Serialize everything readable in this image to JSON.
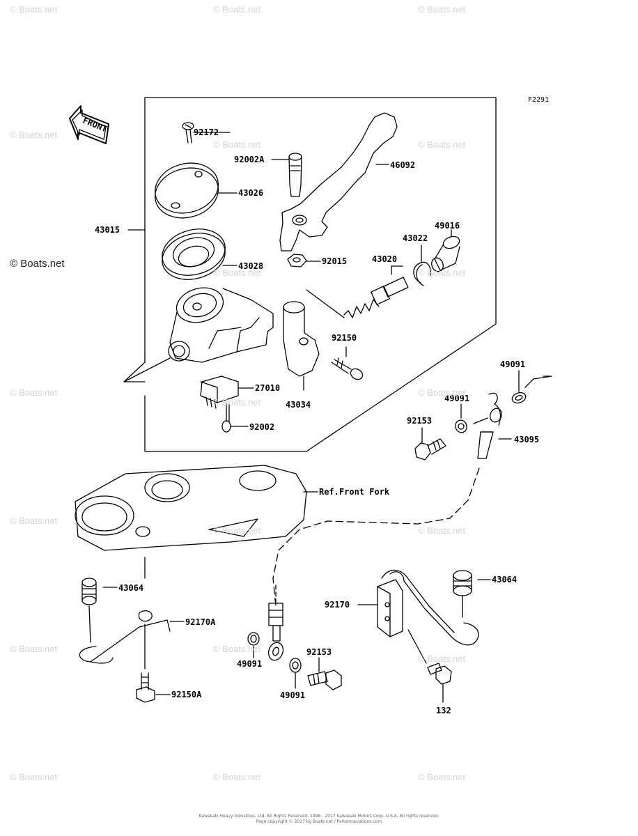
{
  "figure_code": "F2291",
  "front_arrow": "FRONT",
  "ref_front_fork": "Ref.Front Fork",
  "watermark": "© Boats.net",
  "watermark_main": "© Boats.net",
  "footer": {
    "line1": "Kawasaki Heavy Industries, Ltd. All Rights Reserved. 1998 - 2017 Kawasaki Motors Corp. U.S.A. All rights reserved.",
    "line2": "Page copyright © 2017 by Boats.net / PartsInnovations.com"
  },
  "labels": {
    "p92172": "92172",
    "p92002A": "92002A",
    "p46092": "46092",
    "p43026": "43026",
    "p43015": "43015",
    "p49016": "49016",
    "p43022": "43022",
    "p43028": "43028",
    "p92015": "92015",
    "p43020": "43020",
    "p92150": "92150",
    "p27010": "27010",
    "p43034": "43034",
    "p92002": "92002",
    "p49091a": "49091",
    "p49091b": "49091",
    "p92153a": "92153",
    "p43095": "43095",
    "p43064a": "43064",
    "p92170A": "92170A",
    "p92150A": "92150A",
    "p92170": "92170",
    "p43064b": "43064",
    "p92153b": "92153",
    "p49091c": "49091",
    "p49091d": "49091",
    "p132": "132"
  }
}
